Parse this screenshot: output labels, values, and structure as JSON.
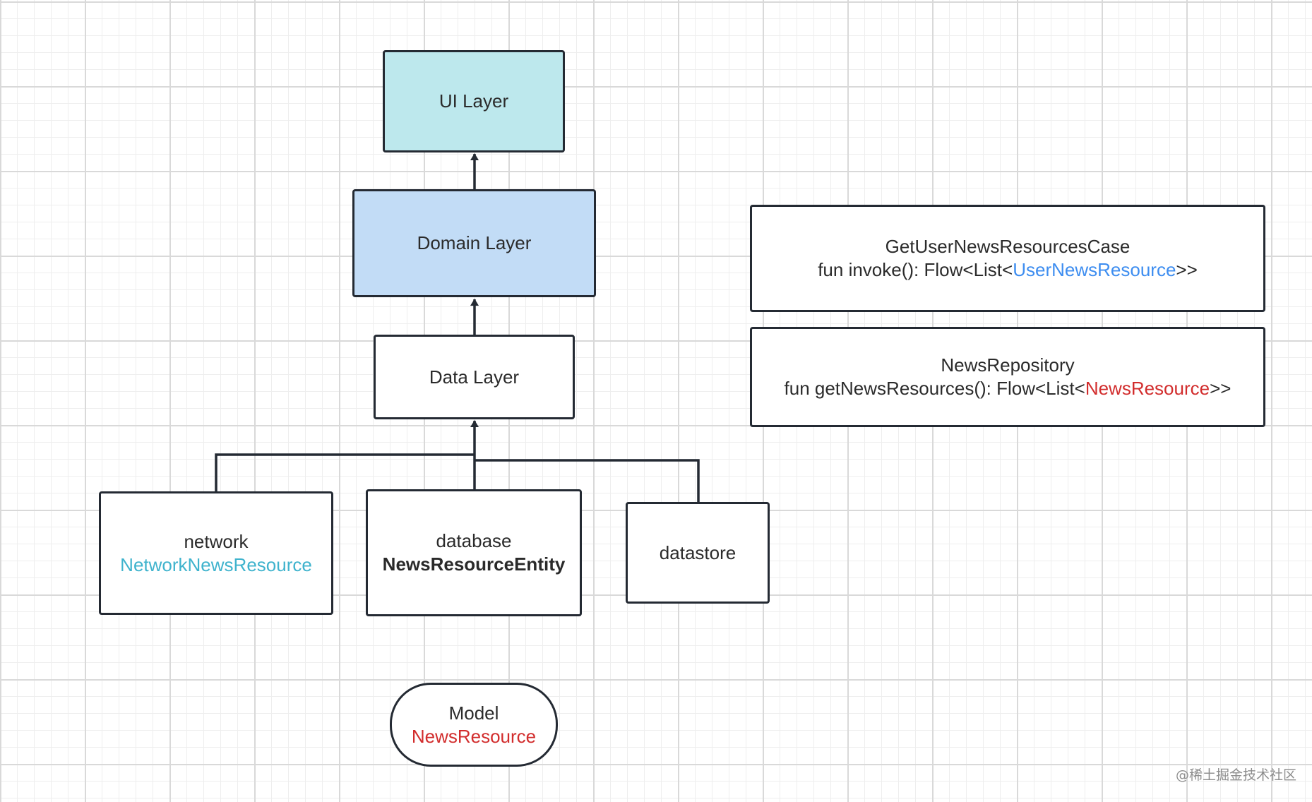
{
  "layers": {
    "ui": "UI Layer",
    "domain": "Domain Layer",
    "data": "Data Layer"
  },
  "sources": {
    "network": {
      "label": "network",
      "type": "NetworkNewsResource"
    },
    "database": {
      "label": "database",
      "type": "NewsResourceEntity"
    },
    "datastore": {
      "label": "datastore"
    }
  },
  "use_case": {
    "name": "GetUserNewsResourcesCase",
    "sig_prefix": "fun invoke(): Flow<List<",
    "sig_type": "UserNewsResource",
    "sig_suffix": ">>"
  },
  "repository": {
    "name": "NewsRepository",
    "sig_prefix": "fun getNewsResources(): Flow<List<",
    "sig_type": "NewsResource",
    "sig_suffix": ">>"
  },
  "model": {
    "label": "Model",
    "type": "NewsResource"
  },
  "watermark": "@稀土掘金技术社区",
  "colors": {
    "ui_fill": "#bde8ed",
    "domain_fill": "#c2dcf6",
    "stroke": "#242a33",
    "network_type": "#3fb3cd",
    "user_news_type": "#3d8df0",
    "news_type": "#d22d2d"
  }
}
